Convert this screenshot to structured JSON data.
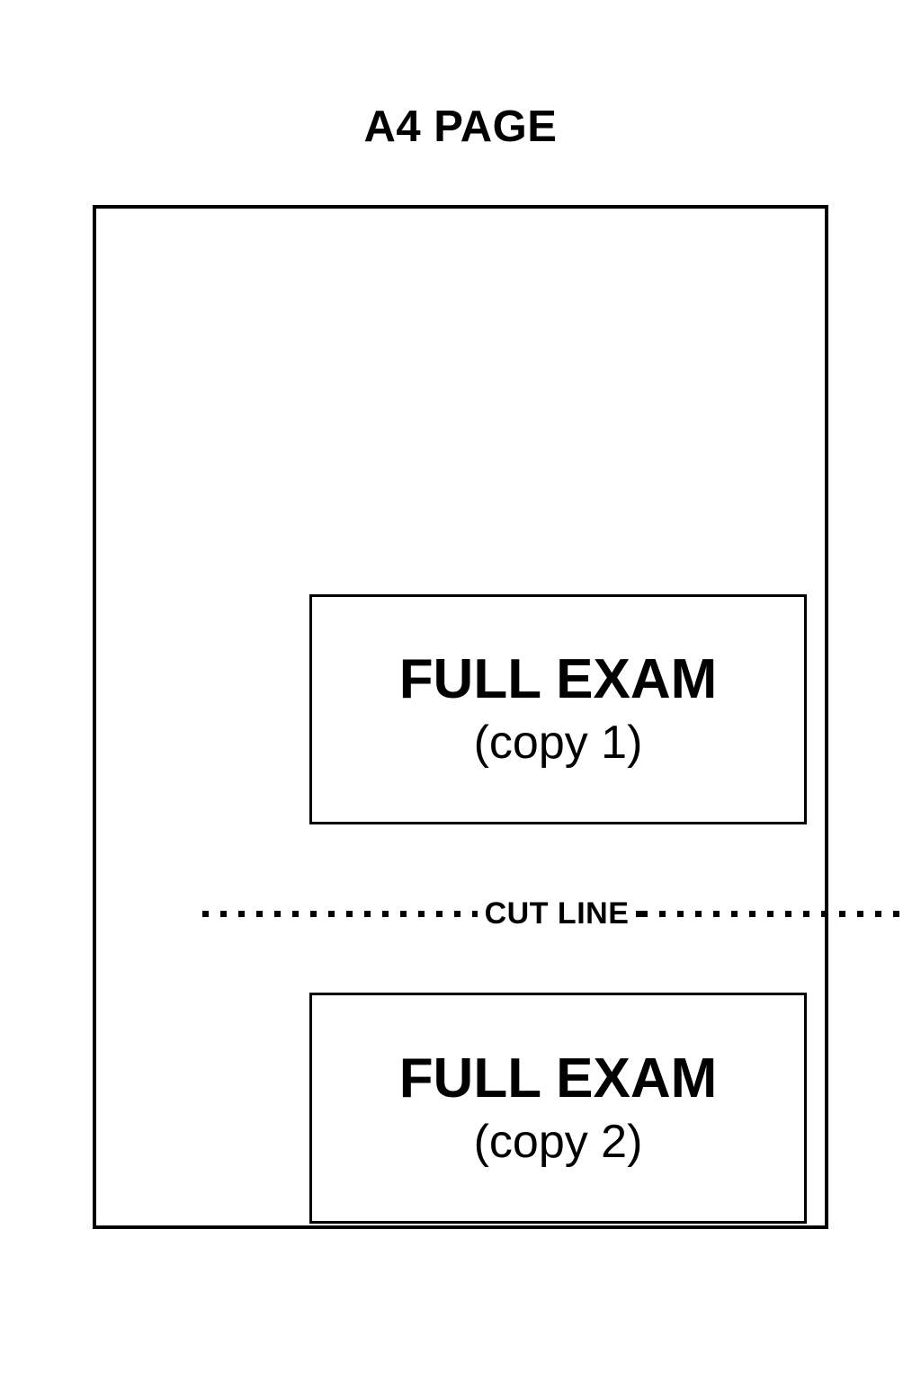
{
  "diagram": {
    "type": "print-layout-schematic",
    "title": "A4 PAGE",
    "page": {
      "label": "A4 PAGE",
      "orientation": "portrait"
    },
    "boxes": [
      {
        "id": "copy-1",
        "title": "FULL EXAM",
        "subtitle": "(copy 1)",
        "position": "top-half"
      },
      {
        "id": "copy-2",
        "title": "FULL EXAM",
        "subtitle": "(copy 2)",
        "position": "bottom-half"
      }
    ],
    "cut_line": {
      "label": "CUT LINE",
      "style": "dotted",
      "orientation": "horizontal"
    },
    "colors": {
      "background": "#ffffff",
      "stroke": "#000000",
      "text": "#000000"
    }
  }
}
